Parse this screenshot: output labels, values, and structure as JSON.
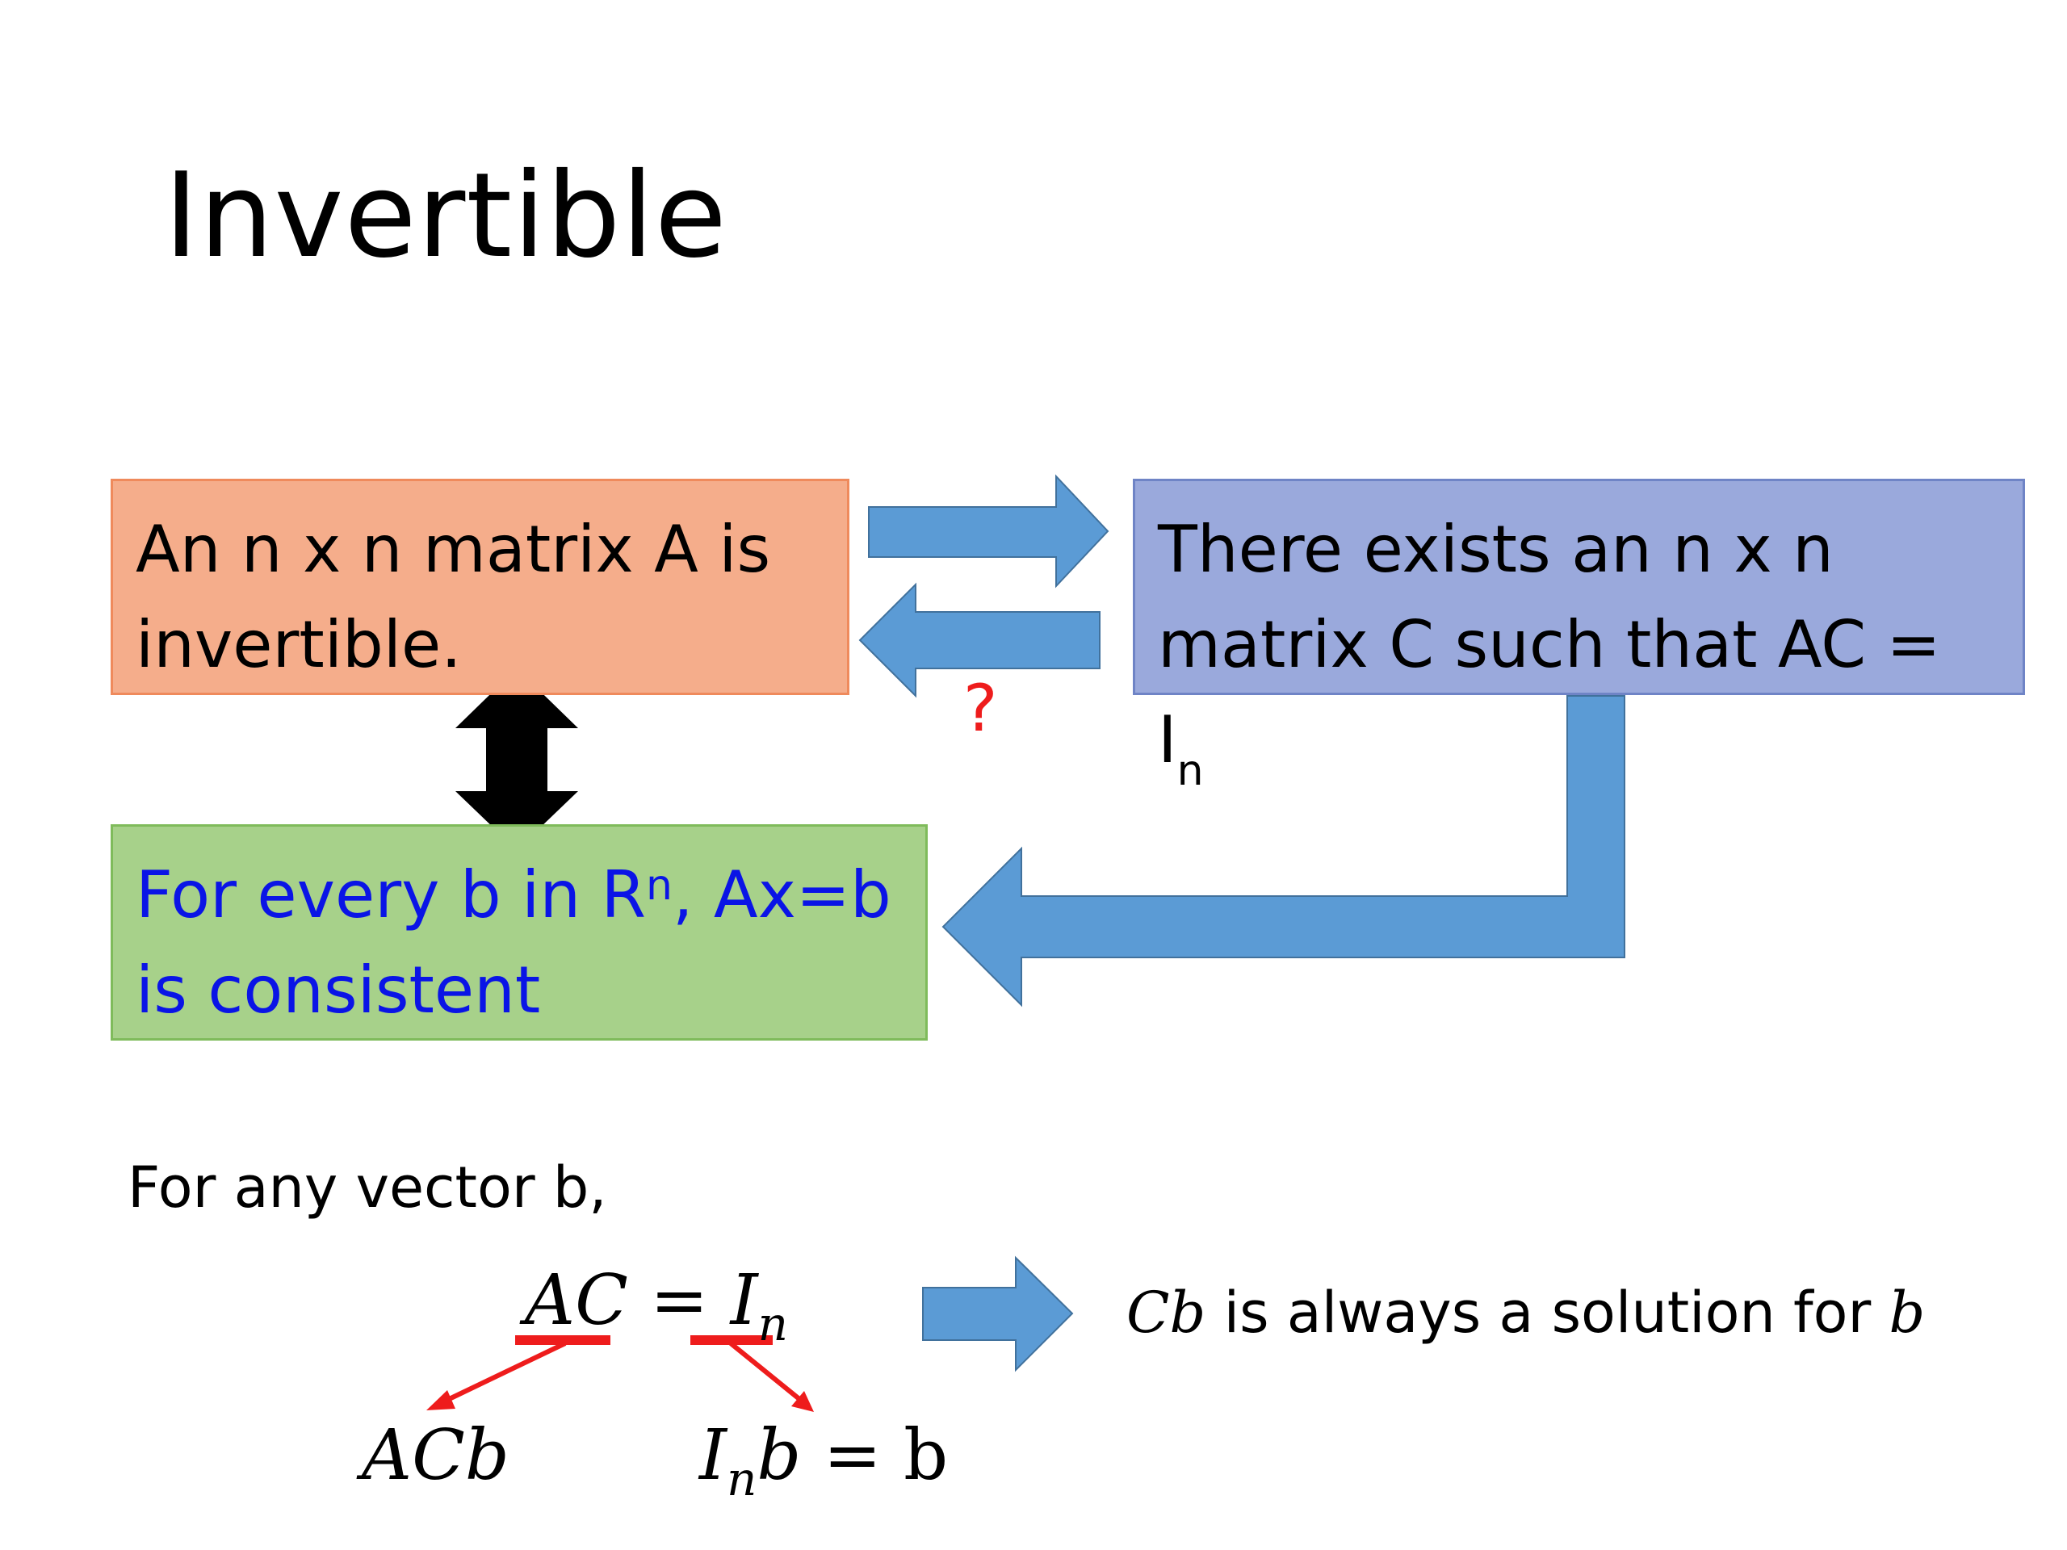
{
  "slide": {
    "title": "Invertible"
  },
  "boxes": {
    "invertible": {
      "line1": "An n x n matrix A is",
      "line2": "invertible."
    },
    "exists_c": {
      "line1": "There exists an n x n",
      "line2_main": "matrix C such that AC = I",
      "line2_sub": "n"
    },
    "consistent": {
      "line1_pre": "For every b in R",
      "line1_sup": "n",
      "line1_post": ", Ax=b",
      "line2": "is consistent"
    }
  },
  "question_mark": "?",
  "bottom": {
    "lead": "For any vector b,",
    "equation": {
      "lhs": "AC",
      "equals": "=",
      "rhs_main": "I",
      "rhs_sub": "n"
    },
    "conclusion": {
      "var1": "Cb",
      "text": " is always a solution for ",
      "var2": "b"
    },
    "left_result": "ACb",
    "right_result": {
      "main": "I",
      "sub": "n",
      "rest": "b",
      "equals": "=",
      "b": "b"
    }
  },
  "colors": {
    "orange_fill": "#f5ad8b",
    "blue_fill": "#9aa9dc",
    "green_fill": "#a7d18a",
    "arrow_blue": "#5b9bd5",
    "annotation_red": "#ee1c1c",
    "green_text": "#0a14e6"
  },
  "icons": {
    "double_arrow": "black-vertical-double-arrow",
    "block_arrows": "blue-block-arrows"
  }
}
